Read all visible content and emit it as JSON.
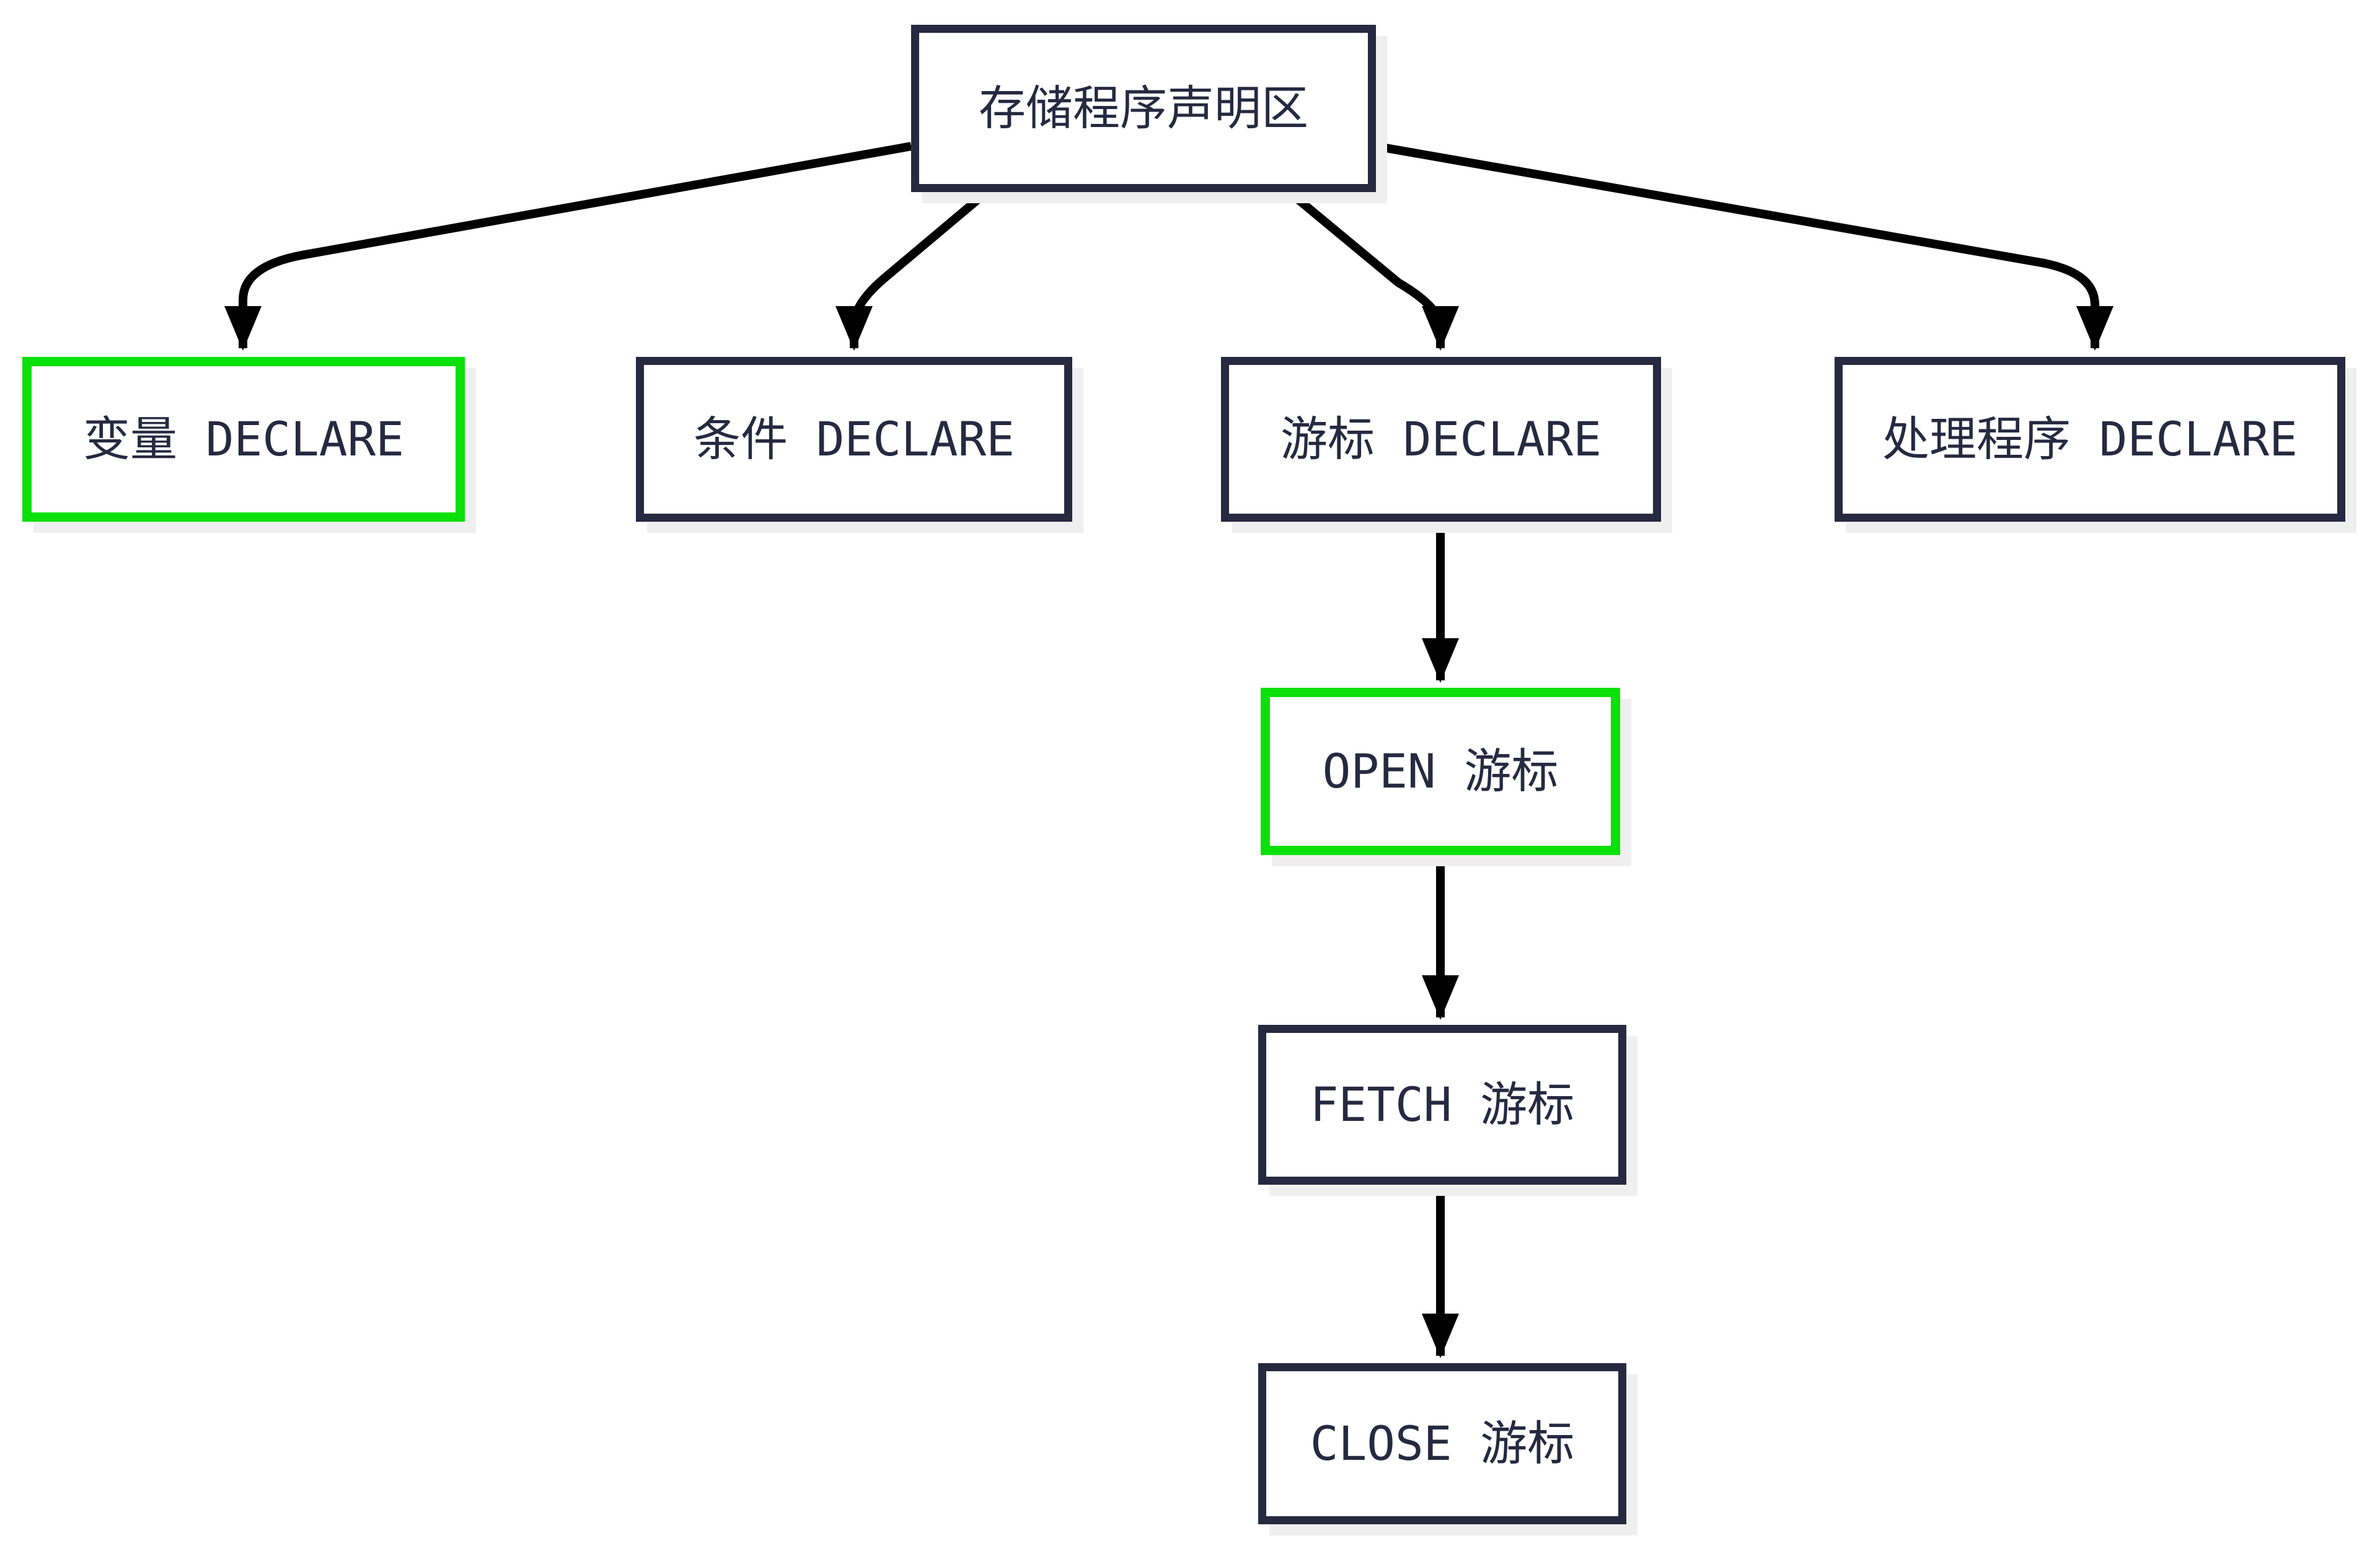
{
  "diagram": {
    "nodes": {
      "root": {
        "label": "存储程序声明区",
        "highlighted": false
      },
      "variable": {
        "label": "变量 DECLARE",
        "highlighted": true
      },
      "condition": {
        "label": "条件 DECLARE",
        "highlighted": false
      },
      "cursor": {
        "label": "游标 DECLARE",
        "highlighted": false
      },
      "handler": {
        "label": "处理程序 DECLARE",
        "highlighted": false
      },
      "open": {
        "label": "OPEN 游标",
        "highlighted": true
      },
      "fetch": {
        "label": "FETCH 游标",
        "highlighted": false
      },
      "close": {
        "label": "CLOSE 游标",
        "highlighted": false
      }
    },
    "edges": [
      {
        "from": "存储程序声明区",
        "to": "变量 DECLARE"
      },
      {
        "from": "存储程序声明区",
        "to": "条件 DECLARE"
      },
      {
        "from": "存储程序声明区",
        "to": "游标 DECLARE"
      },
      {
        "from": "存储程序声明区",
        "to": "处理程序 DECLARE"
      },
      {
        "from": "游标 DECLARE",
        "to": "OPEN 游标"
      },
      {
        "from": "OPEN 游标",
        "to": "FETCH 游标"
      },
      {
        "from": "FETCH 游标",
        "to": "CLOSE 游标"
      }
    ]
  },
  "colors": {
    "background": "#ffffff",
    "node_border": "#262940",
    "text": "#262940",
    "highlight_border": "#0ae00a",
    "arrow": "#000000",
    "shadow": "#efefef"
  }
}
